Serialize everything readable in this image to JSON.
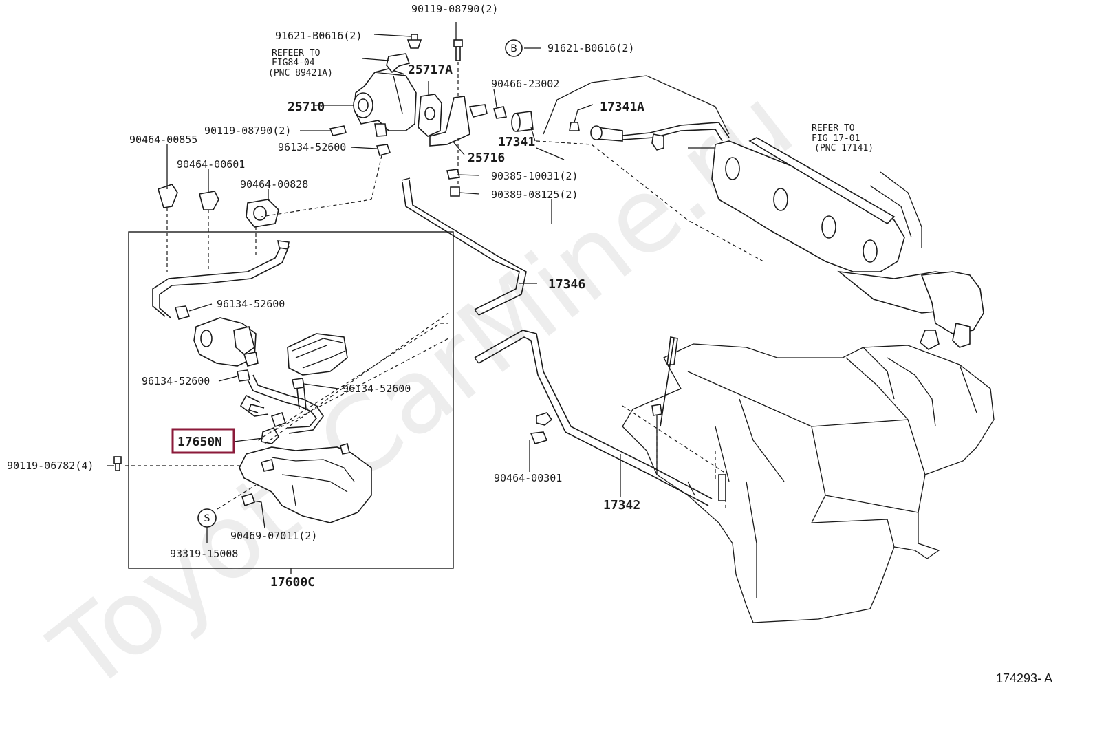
{
  "watermark": "ToyotaCarMine.ru",
  "figure_ref": "174293- A",
  "highlight_color": "#8b1a3a",
  "callouts": {
    "bolt_top": "90119-08790(2)",
    "bolt_b_left": "91621-B0616(2)",
    "bolt_b_right": "91621-B0616(2)",
    "refer_a_1": "REFEER TO",
    "refer_a_2": "FIG84-04",
    "refer_a_3": "(PNC 89421A)",
    "gasket_25717a": "25717A",
    "valve_25710": "25710",
    "clamp_23002": "90466-23002",
    "pipe_17341a": "17341A",
    "pipe_17341": "17341",
    "bracket_25716": "25716",
    "bolt_08790_mid": "90119-08790(2)",
    "clamp_52600_top": "96134-52600",
    "nut_10031": "90385-10031(2)",
    "nut_08125": "90389-08125(2)",
    "refer_b_1": "REFER TO",
    "refer_b_2": "FIG 17-01",
    "refer_b_3": "(PNC 17141)",
    "clamp_00855": "90464-00855",
    "clamp_00601": "90464-00601",
    "clamp_00828": "90464-00828",
    "hose_17346": "17346",
    "clamp_52600_a": "96134-52600",
    "clamp_52600_b": "96134-52600",
    "clamp_52600_c": "96134-52600",
    "valve_17650n": "17650N",
    "bolt_06782": "90119-06782(4)",
    "clamp_00301": "90464-00301",
    "hose_17342": "17342",
    "clip_07011": "90469-07011(2)",
    "sub_93319": "93319-15008",
    "assy_17600c": "17600C",
    "circle_b": "B",
    "circle_s": "S"
  }
}
